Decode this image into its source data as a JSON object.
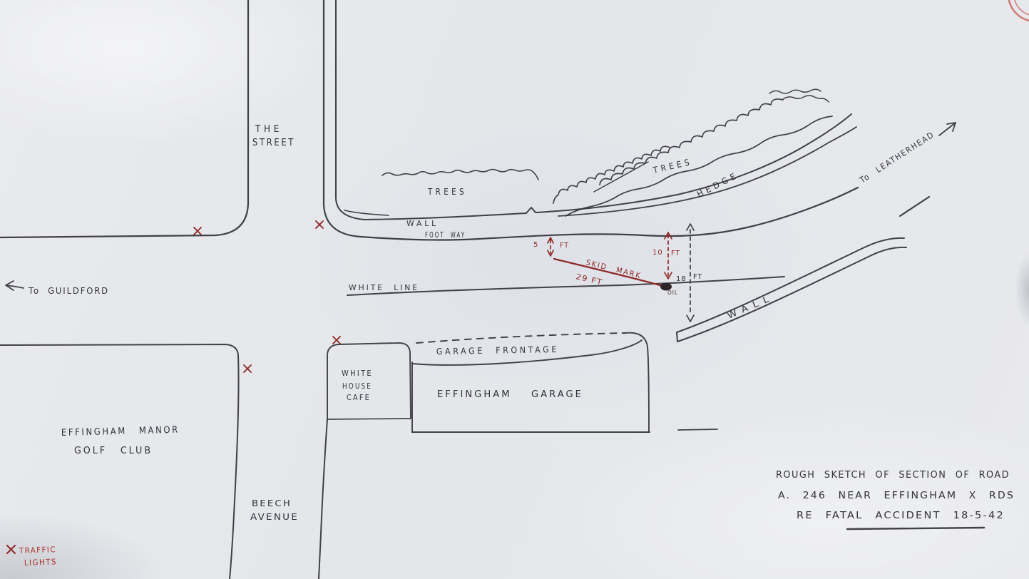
{
  "colors": {
    "paper": "#e7e8ec",
    "ink": "#33323a",
    "red": "#8e2b27",
    "legend_red": "#a8332d",
    "stamp_red": "#cb6862"
  },
  "title_block": {
    "line1": "ROUGH SKETCH OF SECTION OF ROAD",
    "line2": "A. 246 NEAR EFFINGHAM X RDS",
    "line3": "RE FATAL ACCIDENT 18-5-42"
  },
  "roads": {
    "the_street": {
      "line1": "THE",
      "line2": "STREET"
    },
    "beech_avenue": {
      "line1": "BEECH",
      "line2": "AVENUE"
    },
    "to_guildford": "To GUILDFORD",
    "to_leatherhead": "To LEATHERHEAD",
    "white_line": "WHITE LINE",
    "foot_way": "FOOT WAY"
  },
  "features": {
    "wall_north": "WALL",
    "wall_south": "WALL",
    "hedge": "HEDGE",
    "trees_west": "TREES",
    "trees_east": "TREES"
  },
  "places": {
    "golf_club": {
      "line1": "EFFINGHAM MANOR",
      "line2": "GOLF CLUB"
    },
    "white_house_cafe": {
      "line1": "WHITE",
      "line2": "HOUSE",
      "line3": "CAFE"
    },
    "garage_frontage": "GARAGE FRONTAGE",
    "effingham_garage": "EFFINGHAM GARAGE"
  },
  "measurements": {
    "five_ft": {
      "value": "5",
      "unit": "FT"
    },
    "ten_ft": {
      "value": "10",
      "unit": "FT"
    },
    "eighteen_ft": {
      "value": "18",
      "unit": "FT"
    },
    "skid_mark_label": "SKID MARK",
    "skid_mark_length": "29 FT",
    "oil_label": "OIL"
  },
  "legend": {
    "traffic_lights": {
      "line1": "TRAFFIC",
      "line2": "LIGHTS"
    }
  }
}
